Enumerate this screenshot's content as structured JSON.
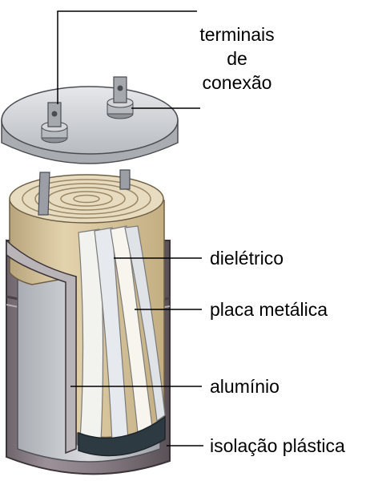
{
  "labels": {
    "terminals_line1": "terminais",
    "terminals_line2": "de",
    "terminals_line3": "conexão",
    "dielectric": "dielétrico",
    "metal_plate": "placa metálica",
    "aluminum": "alumínio",
    "plastic_insulation": "isolação plástica"
  },
  "colors": {
    "outer_sleeve": "#8a7f86",
    "sleeve_shadow": "#5e555b",
    "aluminum_can": "#c5c8cc",
    "roll_paper": "#d8c6a0",
    "roll_paper_dark": "#b49f77",
    "foil_white": "#f2f2ee",
    "lid": "#d6d8dc",
    "terminal": "#9b9ea4"
  }
}
